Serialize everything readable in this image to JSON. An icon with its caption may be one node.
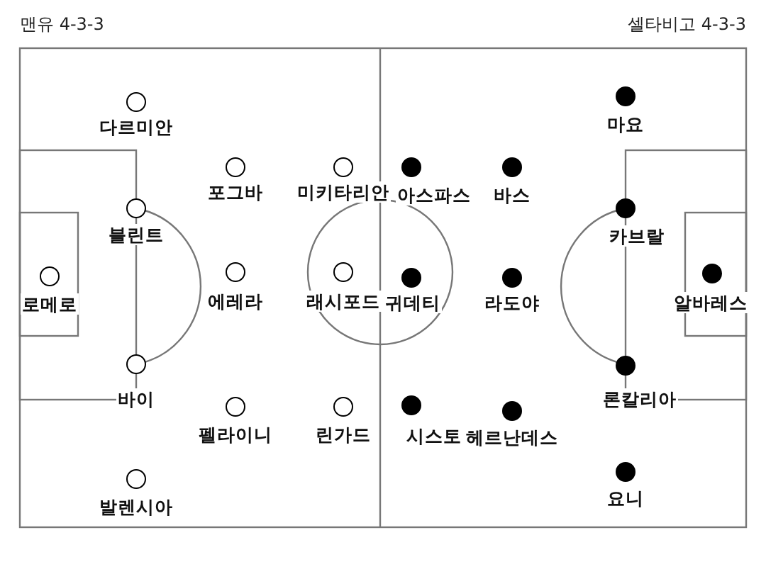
{
  "diagram": {
    "nodes": [
      {
        "text": [],
        "shape": "circle",
        "beside": [
          "다르미안"
        ]
      },
      {
        "text": [],
        "shape": "circle",
        "beside": [
          "포그바"
        ]
      },
      {
        "text": [],
        "shape": "circle",
        "beside": [
          "미키타리안"
        ]
      },
      {
        "text": [],
        "shape": "circle",
        "beside": [
          "블린트"
        ]
      },
      {
        "text": [],
        "shape": "circle",
        "beside": [
          "로메로"
        ]
      },
      {
        "text": [],
        "shape": "circle",
        "beside": [
          "에레라"
        ]
      },
      {
        "text": [],
        "shape": "circle",
        "beside": [
          "래시포드"
        ]
      },
      {
        "text": [],
        "shape": "circle",
        "beside": [
          "바이"
        ]
      },
      {
        "text": [],
        "shape": "circle",
        "beside": [
          "펠라이니"
        ]
      },
      {
        "text": [],
        "shape": "circle",
        "beside": [
          "린가드"
        ]
      },
      {
        "text": [],
        "shape": "circle",
        "beside": [
          "발렌시아"
        ]
      },
      {
        "text": [],
        "shape": "circle",
        "beside": [
          "마요"
        ]
      },
      {
        "text": [],
        "shape": "circle",
        "beside": [
          "아스파스"
        ]
      },
      {
        "text": [],
        "shape": "circle",
        "beside": [
          "바스"
        ]
      },
      {
        "text": [],
        "shape": "circle",
        "beside": [
          "카브랄"
        ]
      },
      {
        "text": [],
        "shape": "circle",
        "beside": [
          "귀데티"
        ]
      },
      {
        "text": [],
        "shape": "circle",
        "beside": [
          "라도야"
        ]
      },
      {
        "text": [],
        "shape": "circle",
        "beside": [
          "알바레스"
        ]
      },
      {
        "text": [],
        "shape": "circle",
        "beside": [
          "론칼리아"
        ]
      },
      {
        "text": [],
        "shape": "circle",
        "beside": [
          "시스토"
        ]
      },
      {
        "text": [],
        "shape": "circle",
        "beside": [
          "헤르난데스"
        ]
      },
      {
        "text": [],
        "shape": "circle",
        "beside": [
          "요니"
        ]
      }
    ],
    "labels": [
      "맨유 4-3-3",
      "셀타비고 4-3-3"
    ]
  }
}
